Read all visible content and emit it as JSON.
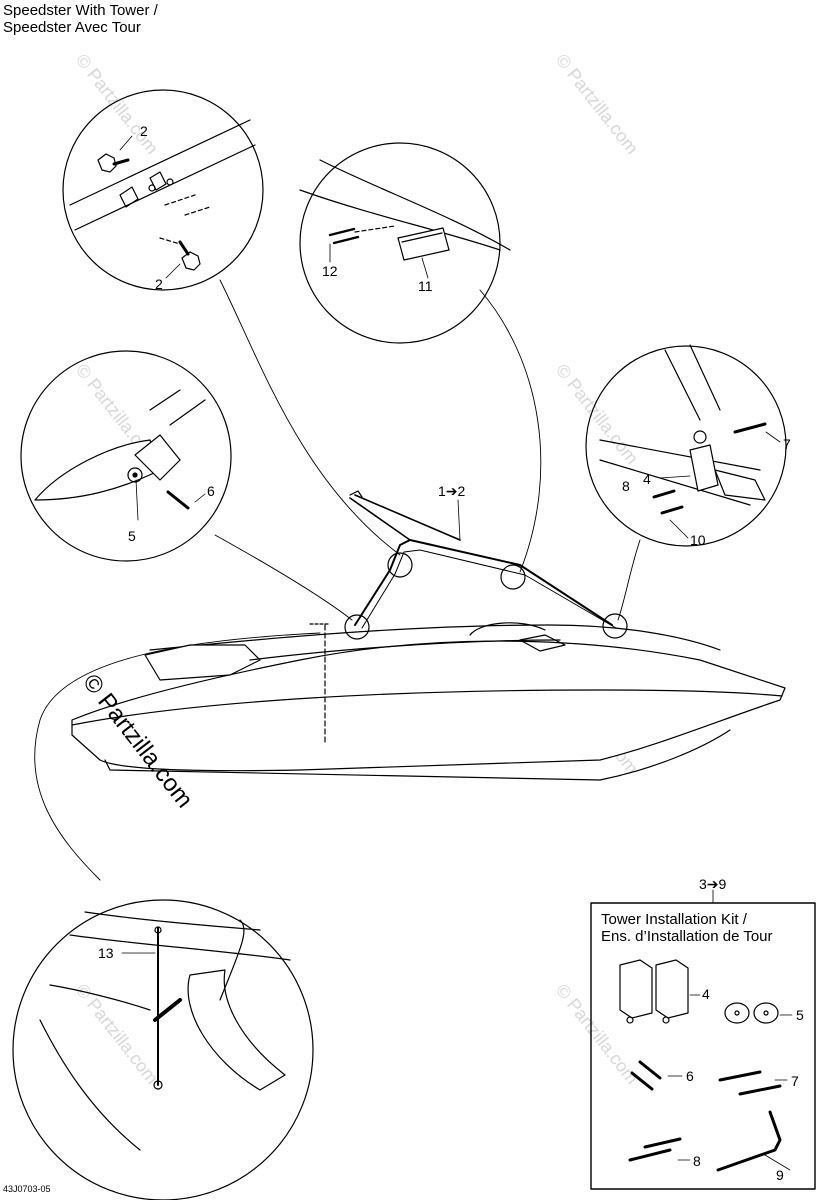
{
  "header": {
    "title_line1": "Speedster With Tower /",
    "title_line2": "Speedster Avec Tour"
  },
  "callouts": {
    "c1_2": "1➔2",
    "c2a": "2",
    "c2b": "2",
    "c4": "4",
    "c5": "5",
    "c6": "6",
    "c7": "7",
    "c8": "8",
    "c10": "10",
    "c11": "11",
    "c12": "12",
    "c13": "13"
  },
  "kit": {
    "ref": "3➔9",
    "title_line1": "Tower Installation Kit /",
    "title_line2": "Ens. d’Installation de Tour",
    "k4": "4",
    "k5": "5",
    "k6": "6",
    "k7": "7",
    "k8": "8",
    "k9": "9"
  },
  "watermark": {
    "main": "© Partzilla.com",
    "faint": "© Partzilla.com"
  },
  "footer": {
    "code": "43J0703-05"
  }
}
